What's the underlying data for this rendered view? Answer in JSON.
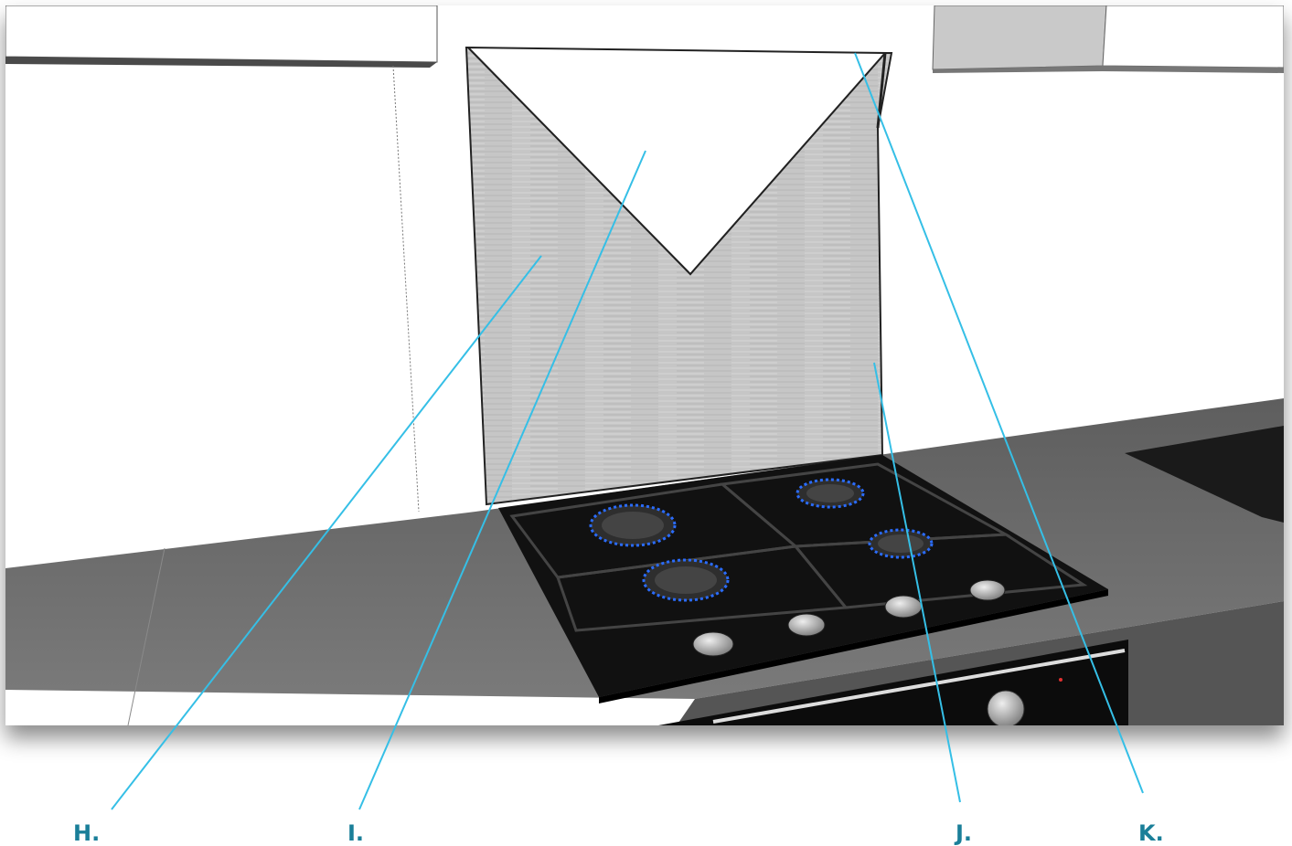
{
  "colors": {
    "callout_line": "#35bfe6",
    "callout_text": "#1a7f99",
    "backsplash": "#c8c8c8",
    "countertop": "#6a6a6a",
    "cooktop": "#151515",
    "flame": "#2a6cff"
  },
  "callouts": [
    {
      "id": "h",
      "label": "H."
    },
    {
      "id": "i",
      "label": "I."
    },
    {
      "id": "j",
      "label": "J."
    },
    {
      "id": "k",
      "label": "K."
    }
  ]
}
